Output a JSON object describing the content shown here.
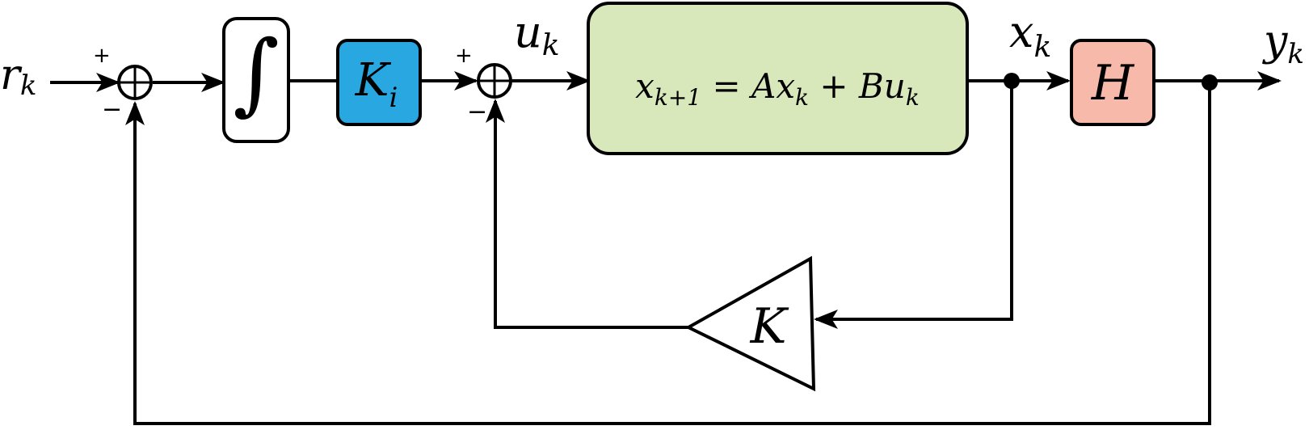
{
  "signals": {
    "reference": {
      "base": "r",
      "sub": "k"
    },
    "control": {
      "base": "u",
      "sub": "k"
    },
    "state": {
      "base": "x",
      "sub": "k"
    },
    "output": {
      "base": "y",
      "sub": "k"
    }
  },
  "blocks": {
    "integrator": {
      "symbol": "∫"
    },
    "integral_gain": {
      "base": "K",
      "sub": "i",
      "color": "#29a7e1"
    },
    "plant": {
      "lhs_base": "x",
      "lhs_sub": "k+1",
      "eq": " = ",
      "a": "A",
      "ax_base": "x",
      "ax_sub": "k",
      "plus": " + ",
      "b": "B",
      "bu_base": "u",
      "bu_sub": "k",
      "color": "#d9e8bb"
    },
    "output_matrix": {
      "label": "H",
      "color": "#f7b9a9"
    },
    "state_feedback_gain": {
      "label": "K"
    }
  },
  "summing_junctions": {
    "sum1": {
      "plus": "+",
      "minus": "−"
    },
    "sum2": {
      "plus": "+",
      "minus": "−"
    }
  }
}
